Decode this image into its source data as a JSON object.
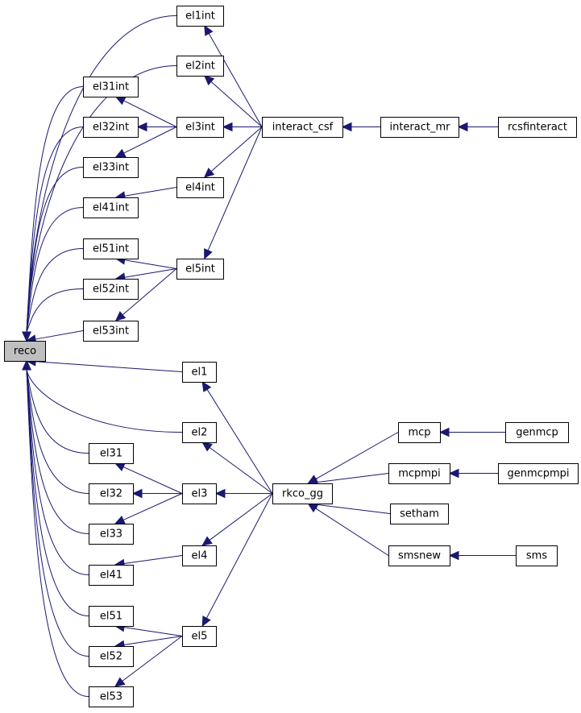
{
  "nodes": [
    {
      "id": "reco",
      "label": "reco",
      "root": true
    },
    {
      "id": "el1int",
      "label": "el1int"
    },
    {
      "id": "el2int",
      "label": "el2int"
    },
    {
      "id": "el31int",
      "label": "el31int"
    },
    {
      "id": "el32int",
      "label": "el32int"
    },
    {
      "id": "el33int",
      "label": "el33int"
    },
    {
      "id": "el3int",
      "label": "el3int"
    },
    {
      "id": "el41int",
      "label": "el41int"
    },
    {
      "id": "el4int",
      "label": "el4int"
    },
    {
      "id": "el51int",
      "label": "el51int"
    },
    {
      "id": "el52int",
      "label": "el52int"
    },
    {
      "id": "el53int",
      "label": "el53int"
    },
    {
      "id": "el5int",
      "label": "el5int"
    },
    {
      "id": "interact_csf",
      "label": "interact_csf"
    },
    {
      "id": "interact_mr",
      "label": "interact_mr"
    },
    {
      "id": "rcsfinteract",
      "label": "rcsfinteract"
    },
    {
      "id": "el1",
      "label": "el1"
    },
    {
      "id": "el2",
      "label": "el2"
    },
    {
      "id": "el31",
      "label": "el31"
    },
    {
      "id": "el32",
      "label": "el32"
    },
    {
      "id": "el33",
      "label": "el33"
    },
    {
      "id": "el3",
      "label": "el3"
    },
    {
      "id": "el41",
      "label": "el41"
    },
    {
      "id": "el4",
      "label": "el4"
    },
    {
      "id": "el51",
      "label": "el51"
    },
    {
      "id": "el52",
      "label": "el52"
    },
    {
      "id": "el53",
      "label": "el53"
    },
    {
      "id": "el5",
      "label": "el5"
    },
    {
      "id": "rkco_gg",
      "label": "rkco_gg"
    },
    {
      "id": "mcp",
      "label": "mcp"
    },
    {
      "id": "genmcp",
      "label": "genmcp"
    },
    {
      "id": "mcpmpi",
      "label": "mcpmpi"
    },
    {
      "id": "genmcpmpi",
      "label": "genmcpmpi"
    },
    {
      "id": "setham",
      "label": "setham"
    },
    {
      "id": "smsnew",
      "label": "smsnew"
    },
    {
      "id": "sms",
      "label": "sms"
    }
  ],
  "edges": [
    {
      "from": "el1int",
      "to": "reco"
    },
    {
      "from": "el2int",
      "to": "reco"
    },
    {
      "from": "el31int",
      "to": "reco"
    },
    {
      "from": "el32int",
      "to": "reco"
    },
    {
      "from": "el33int",
      "to": "reco"
    },
    {
      "from": "el41int",
      "to": "reco"
    },
    {
      "from": "el51int",
      "to": "reco"
    },
    {
      "from": "el52int",
      "to": "reco"
    },
    {
      "from": "el53int",
      "to": "reco"
    },
    {
      "from": "el1",
      "to": "reco"
    },
    {
      "from": "el2",
      "to": "reco"
    },
    {
      "from": "el31",
      "to": "reco"
    },
    {
      "from": "el32",
      "to": "reco"
    },
    {
      "from": "el33",
      "to": "reco"
    },
    {
      "from": "el41",
      "to": "reco"
    },
    {
      "from": "el51",
      "to": "reco"
    },
    {
      "from": "el52",
      "to": "reco"
    },
    {
      "from": "el53",
      "to": "reco"
    },
    {
      "from": "interact_csf",
      "to": "el1int"
    },
    {
      "from": "interact_csf",
      "to": "el2int"
    },
    {
      "from": "el3int",
      "to": "el31int"
    },
    {
      "from": "el3int",
      "to": "el32int"
    },
    {
      "from": "el3int",
      "to": "el33int"
    },
    {
      "from": "interact_csf",
      "to": "el3int"
    },
    {
      "from": "el4int",
      "to": "el41int"
    },
    {
      "from": "interact_csf",
      "to": "el4int"
    },
    {
      "from": "el5int",
      "to": "el51int"
    },
    {
      "from": "el5int",
      "to": "el52int"
    },
    {
      "from": "el5int",
      "to": "el53int"
    },
    {
      "from": "interact_csf",
      "to": "el5int"
    },
    {
      "from": "interact_mr",
      "to": "interact_csf"
    },
    {
      "from": "rcsfinteract",
      "to": "interact_mr"
    },
    {
      "from": "rkco_gg",
      "to": "el1"
    },
    {
      "from": "rkco_gg",
      "to": "el2"
    },
    {
      "from": "el3",
      "to": "el31"
    },
    {
      "from": "el3",
      "to": "el32"
    },
    {
      "from": "el3",
      "to": "el33"
    },
    {
      "from": "rkco_gg",
      "to": "el3"
    },
    {
      "from": "el4",
      "to": "el41"
    },
    {
      "from": "rkco_gg",
      "to": "el4"
    },
    {
      "from": "el5",
      "to": "el51"
    },
    {
      "from": "el5",
      "to": "el52"
    },
    {
      "from": "el5",
      "to": "el53"
    },
    {
      "from": "rkco_gg",
      "to": "el5"
    },
    {
      "from": "mcp",
      "to": "rkco_gg"
    },
    {
      "from": "mcpmpi",
      "to": "rkco_gg"
    },
    {
      "from": "setham",
      "to": "rkco_gg"
    },
    {
      "from": "smsnew",
      "to": "rkco_gg"
    },
    {
      "from": "genmcp",
      "to": "mcp"
    },
    {
      "from": "genmcpmpi",
      "to": "mcpmpi"
    },
    {
      "from": "sms",
      "to": "smsnew"
    }
  ]
}
